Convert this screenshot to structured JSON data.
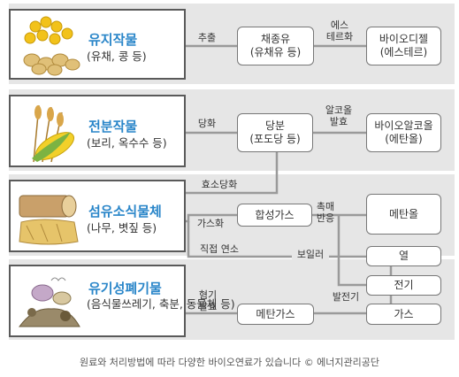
{
  "sources": [
    {
      "title": "유지작물",
      "sub": "(유채, 콩 등)"
    },
    {
      "title": "전분작물",
      "sub": "(보리, 옥수수 등)"
    },
    {
      "title": "섬유소식물체",
      "sub": "(나무, 볏짚 등)"
    },
    {
      "title": "유기성폐기물",
      "sub": "(음식물쓰레기,\n축분, 동물체 등)"
    }
  ],
  "boxes": {
    "rapeseed_oil": "채종유\n(유채유 등)",
    "biodiesel": "바이오디젤\n(에스테르)",
    "sugar": "당분\n(포도당 등)",
    "bioethanol": "바이오알코올\n(에탄올)",
    "syngas": "합성가스",
    "methanol": "메탄올",
    "heat": "열",
    "electricity": "전기",
    "methane_gas": "메탄가스",
    "gas": "가스"
  },
  "labels": {
    "extraction": "추출",
    "esterification": "에스\n테르화",
    "saccharification": "당화",
    "alcohol_fermentation": "알코올\n발효",
    "enzymatic_saccharification": "효소당화",
    "gasification": "가스화",
    "catalytic_reaction": "촉매\n반응",
    "direct_combustion": "직접 연소",
    "boiler": "보일러",
    "generator": "발전기",
    "anaerobic_digestion": "혐기\n발효"
  },
  "caption": "원료와 처리방법에 따라 다양한 바이오연료가 있습니다 © 에너지관리공단",
  "colors": {
    "title_blue": "#2a86c9",
    "panel_gray": "#e6e6e6",
    "line_gray": "#9a9a9a"
  }
}
